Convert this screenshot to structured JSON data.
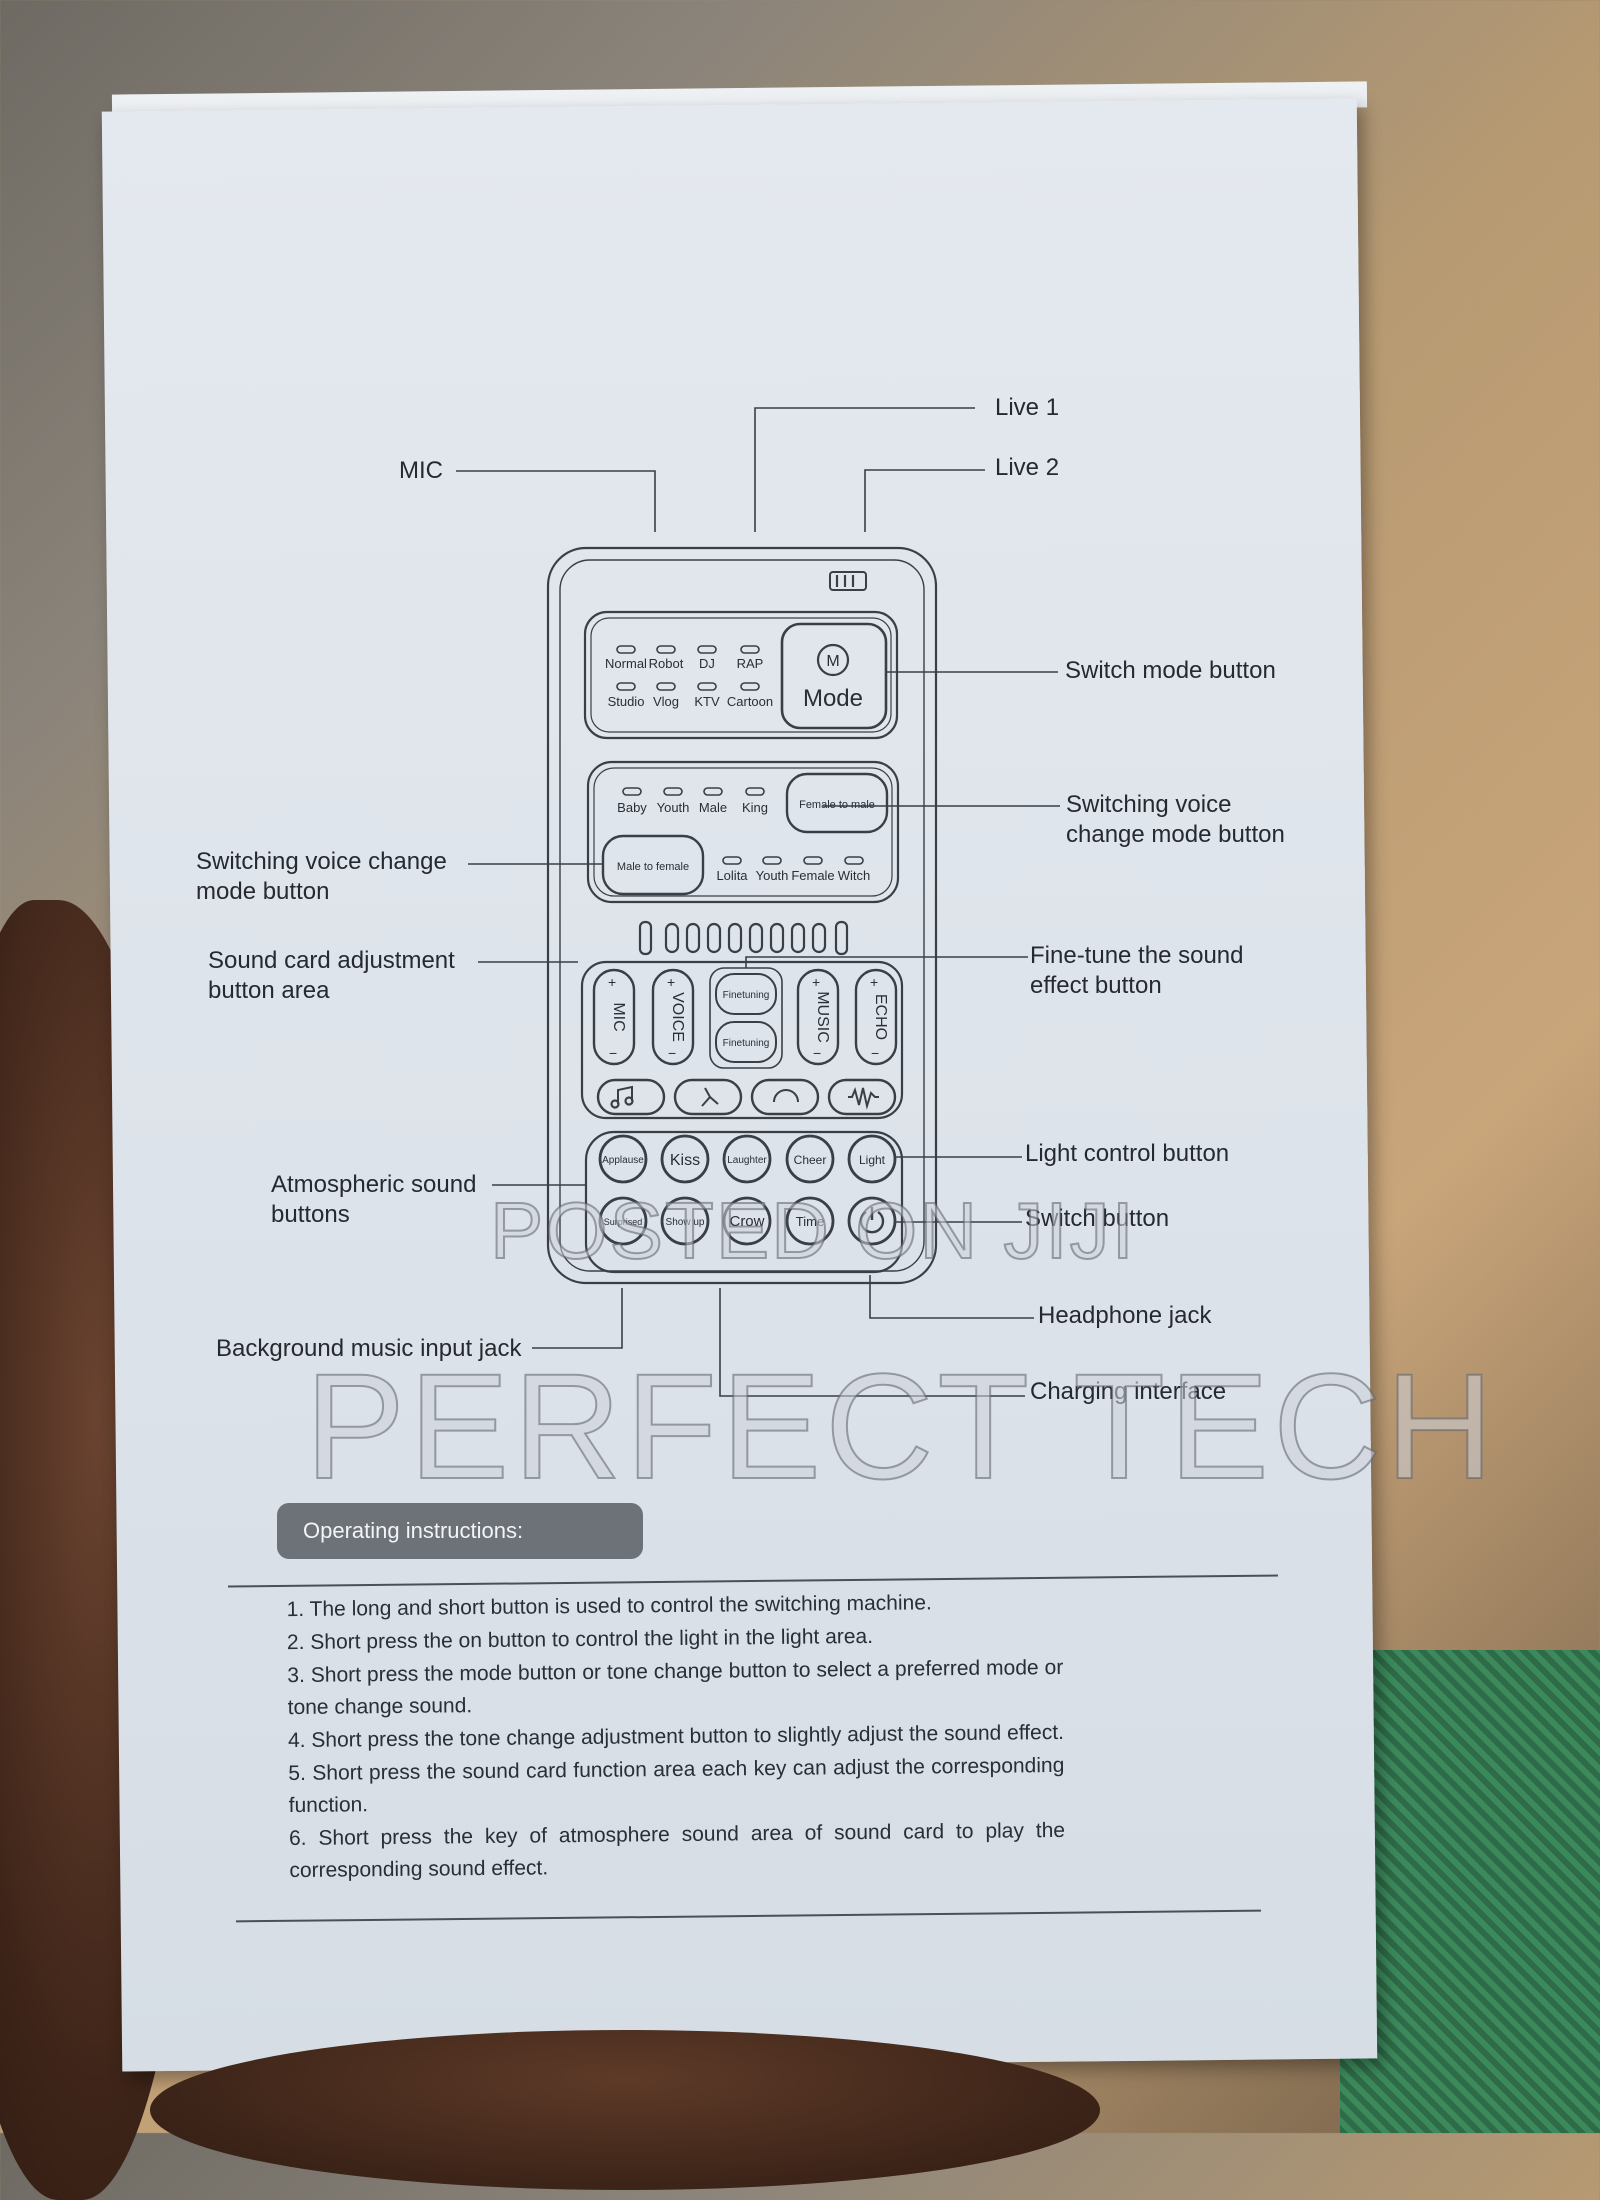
{
  "labels": {
    "live1": "Live 1",
    "live2": "Live 2",
    "mic": "MIC",
    "switch_mode_button": "Switch mode button",
    "switching_voice_right": "Switching voice\nchange mode button",
    "switching_voice_left": "Switching voice change\nmode button",
    "sound_card_area": "Sound card adjustment\nbutton area",
    "fine_tune": "Fine-tune the sound\neffect button",
    "light_control": "Light control button",
    "atmospheric": "Atmospheric sound\nbuttons",
    "switch_button": "Switch button",
    "headphone_jack": "Headphone jack",
    "bg_music_jack": "Background music input jack",
    "charging": "Charging interface"
  },
  "device": {
    "modes_row1": [
      "Normal",
      "Robot",
      "DJ",
      "RAP"
    ],
    "modes_row2": [
      "Studio",
      "Vlog",
      "KTV",
      "Cartoon"
    ],
    "mode_button": "Mode",
    "mode_icon": "M",
    "voice_row1": [
      "Baby",
      "Youth",
      "Male",
      "King"
    ],
    "female_to_male": "Female to male",
    "male_to_female": "Male to female",
    "voice_row2": [
      "Lolita",
      "Youth",
      "Female",
      "Witch"
    ],
    "sliders": [
      "MIC",
      "VOICE",
      "MUSIC",
      "ECHO"
    ],
    "finetuning": "Finetuning",
    "effect_icons": [
      "music-note-icon",
      "figure-icon",
      "headphone-icon",
      "waveform-icon"
    ],
    "sound_row1": [
      "Applause",
      "Kiss",
      "Laughter",
      "Cheer",
      "Light"
    ],
    "sound_row2": [
      "Surprised",
      "Show up",
      "Crow",
      "Time"
    ]
  },
  "instructions": {
    "heading": "Operating instructions:",
    "items": [
      "1.  The long and short button is used to control the switching machine.",
      "2.  Short press the on button to control the light in the light area.",
      "3.  Short press the mode button or tone change button to select a preferred mode or tone change sound.",
      "4.  Short press the tone change adjustment button to slightly adjust the sound effect.",
      "5.  Short press the sound card function area each key can adjust the corresponding function.",
      "6.  Short press the key of atmosphere sound area of sound card to play the corresponding sound effect."
    ]
  },
  "watermarks": {
    "posted": "POSTED ON JIJI",
    "brand": "PERFECT TECH"
  },
  "colors": {
    "box": "#e0e6ec",
    "line": "#3a3f46",
    "badge": "#6d7278"
  }
}
